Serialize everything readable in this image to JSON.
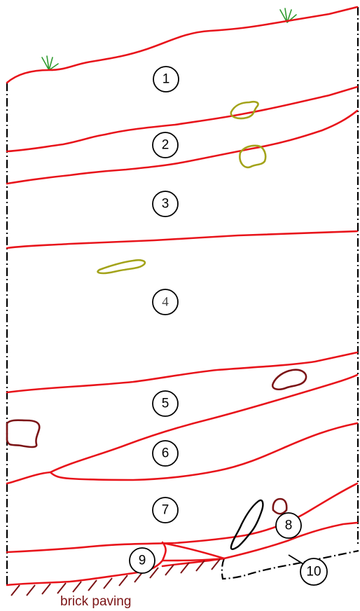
{
  "diagram": {
    "layers": [
      {
        "number": "1"
      },
      {
        "number": "2"
      },
      {
        "number": "3"
      },
      {
        "number": "4"
      },
      {
        "number": "5"
      },
      {
        "number": "6"
      },
      {
        "number": "7"
      },
      {
        "number": "8"
      },
      {
        "number": "9"
      },
      {
        "number": "10"
      }
    ],
    "caption": "brick paving",
    "colors": {
      "layer_line": "#e8141b",
      "olive_inclusion": "#a3a31a",
      "brown_inclusion": "#7b1416",
      "grass": "#2f9a2f",
      "boundary": "#000000"
    }
  }
}
